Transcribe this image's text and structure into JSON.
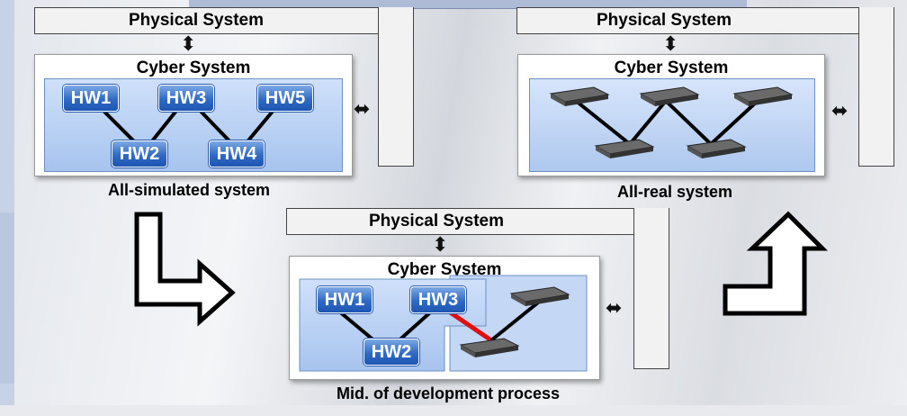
{
  "labels": {
    "physical_system": "Physical System",
    "cyber_system": "Cyber System"
  },
  "panels": {
    "simulated": {
      "caption": "All-simulated system",
      "hw": [
        "HW1",
        "HW3",
        "HW5",
        "HW2",
        "HW4"
      ]
    },
    "real": {
      "caption": "All-real system"
    },
    "mid": {
      "caption": "Mid. of development process",
      "hw": [
        "HW1",
        "HW3",
        "HW2"
      ]
    }
  },
  "colors": {
    "hw_block": "#2f6ac4",
    "sim_area": "#a7c4ee",
    "real_link": "#000000",
    "bridge_link": "#e01010"
  },
  "icons": {
    "vertical_link": "up-down-arrow-icon",
    "horizontal_link": "left-right-arrow-icon",
    "flow_arrows": "bent-arrow-icon",
    "real_hardware": "circuit-board-icon"
  }
}
